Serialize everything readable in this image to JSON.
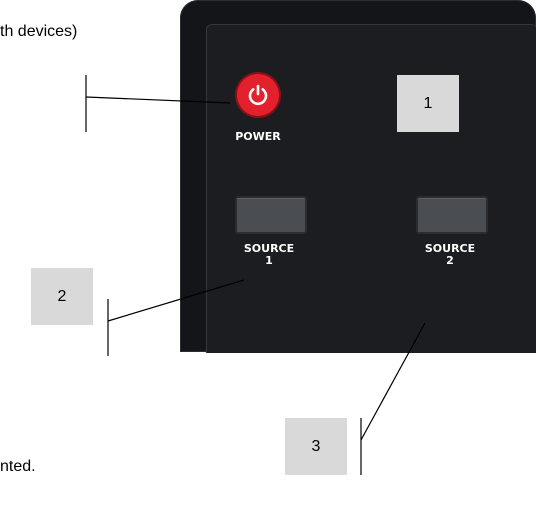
{
  "page_text": {
    "top_fragment": "th devices)",
    "bottom_fragment": "nted."
  },
  "callouts": {
    "c1": "1",
    "c2": "2",
    "c3": "3"
  },
  "remote": {
    "power_label": "POWER",
    "source1_label_line1": "SOURCE",
    "source1_label_line2": "1",
    "source2_label_line1": "SOURCE",
    "source2_label_line2": "2"
  },
  "colors": {
    "remote_body": "#131518",
    "power_button": "#e3212d",
    "source_button": "#4a4d51",
    "callout_box": "#d9d9d9"
  },
  "icons": {
    "power": "power-icon"
  }
}
